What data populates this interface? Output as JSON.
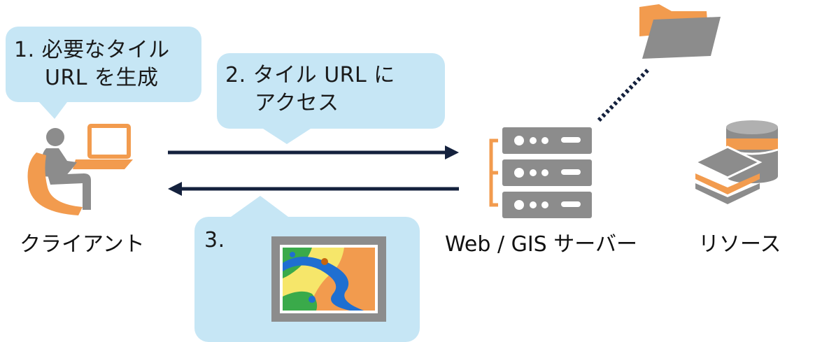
{
  "bubbles": {
    "step1": {
      "line1": "1. 必要なタイル",
      "line2": "URL を生成"
    },
    "step2": {
      "line1": "2. タイル URL に",
      "line2": "アクセス"
    },
    "step3": {
      "label": "3."
    }
  },
  "labels": {
    "client": "クライアント",
    "server": "Web / GIS サーバー",
    "resource": "リソース"
  },
  "colors": {
    "bubble": "#c6e6f5",
    "accent_orange": "#f29b4e",
    "icon_gray": "#8c8c8c",
    "arrow": "#14213d"
  }
}
